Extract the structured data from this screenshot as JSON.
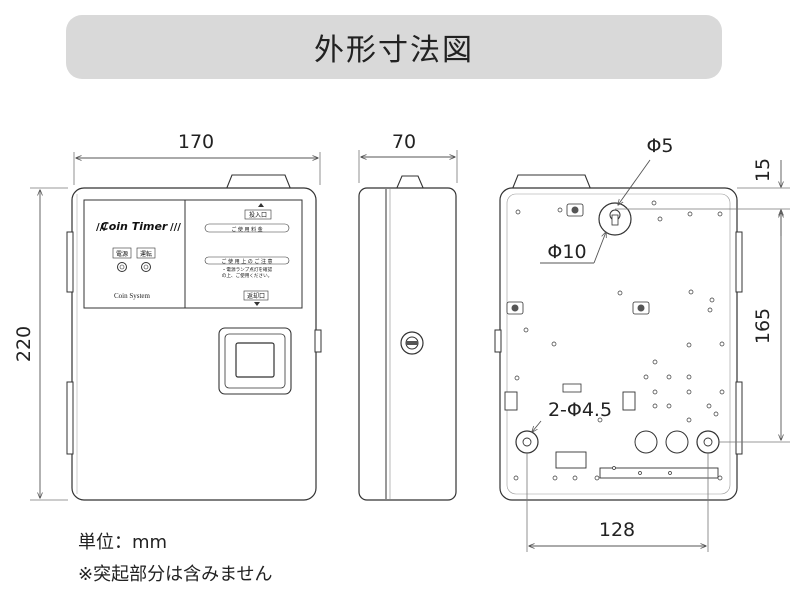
{
  "title": "外形寸法図",
  "dims": {
    "front_width": "170",
    "front_height": "220",
    "side_depth": "70",
    "hole_5": "Φ5",
    "hole_10": "Φ10",
    "hole_45": "2-Φ4.5",
    "top_offset": "15",
    "hole_pitch_v": "165",
    "hole_pitch_h": "128"
  },
  "panel": {
    "brand": "Coin Timer",
    "power_label": "電源",
    "run_label": "運転",
    "system_label": "Coin System",
    "insert_label": "投入口",
    "fee_label": "ご 使 用 料 金",
    "notice_label": "ご 使 用 上 の ご 注 意",
    "notice_text_1": "・電源ランプ点灯を確認",
    "notice_text_2": "の上、ご使用ください。",
    "return_label": "返却口"
  },
  "notes": {
    "unit": "単位：mm",
    "exclusion": "※突起部分は含みません"
  }
}
